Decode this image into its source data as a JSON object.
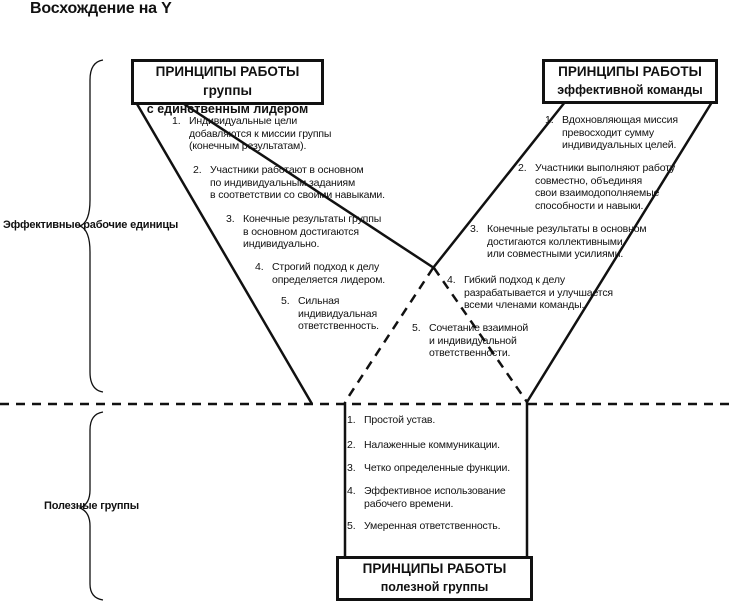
{
  "title": "Восхождение на Y",
  "side_labels": {
    "top": "Эффективные рабочие единицы",
    "bottom": "Полезные группы"
  },
  "left_box": {
    "line1": "ПРИНЦИПЫ РАБОТЫ группы",
    "line2": "с единственным лидером",
    "items": [
      {
        "num": "1.",
        "text": "Индивидуальные цели\nдобавляются к миссии группы\n(конечным результатам)."
      },
      {
        "num": "2.",
        "text": "Участники работают в основном\nпо индивидуальным заданиям\nв соответствии со своими навыками."
      },
      {
        "num": "3.",
        "text": "Конечные результаты группы\nв основном достигаются\nиндивидуально."
      },
      {
        "num": "4.",
        "text": "Строгий подход к делу\nопределяется лидером."
      },
      {
        "num": "5.",
        "text": "Сильная\nиндивидуальная\nответственность."
      }
    ]
  },
  "right_box": {
    "line1": "ПРИНЦИПЫ РАБОТЫ",
    "line2": "эффективной команды",
    "items": [
      {
        "num": "1.",
        "text": "Вдохновляющая миссия\nпревосходит сумму\nиндивидуальных целей."
      },
      {
        "num": "2.",
        "text": "Участники выполняют работу\nсовместно, объединяя\nсвои взаимодополняемые\nспособности и навыки."
      },
      {
        "num": "3.",
        "text": "Конечные результаты в основном\nдостигаются коллективными\nили совместными усилиями."
      },
      {
        "num": "4.",
        "text": "Гибкий подход к делу\nразрабатывается и улучшается\nвсеми членами команды."
      },
      {
        "num": "5.",
        "text": "Сочетание взаимной\nи индивидуальной\nответственности."
      }
    ]
  },
  "bottom_box": {
    "line1": "ПРИНЦИПЫ РАБОТЫ",
    "line2": "полезной группы",
    "items": [
      {
        "num": "1.",
        "text": "Простой устав."
      },
      {
        "num": "2.",
        "text": "Налаженные коммуникации."
      },
      {
        "num": "3.",
        "text": "Четко определенные функции."
      },
      {
        "num": "4.",
        "text": "Эффективное использование\nрабочего времени."
      },
      {
        "num": "5.",
        "text": "Умеренная ответственность."
      }
    ]
  }
}
